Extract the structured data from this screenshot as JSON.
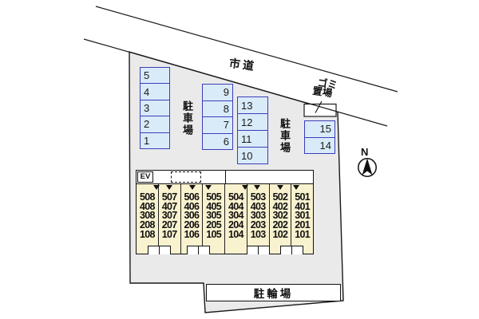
{
  "site": {
    "road_label": "市道",
    "garbage_label_line1": "ゴミ",
    "garbage_label_line2": "置場",
    "bicycle_parking_label": "駐輪場",
    "compass_label": "N"
  },
  "parking": {
    "area_label": "駐車場",
    "columns": [
      {
        "id": "spaces-1-5",
        "align": "left",
        "spaces": [
          "5",
          "4",
          "3",
          "2",
          "1"
        ]
      },
      {
        "id": "spaces-6-9",
        "align": "right",
        "spaces": [
          "9",
          "8",
          "7",
          "6"
        ]
      },
      {
        "id": "spaces-10-13",
        "align": "left",
        "spaces": [
          "13",
          "12",
          "11",
          "10"
        ]
      },
      {
        "id": "spaces-14-15",
        "align": "right",
        "spaces": [
          "15",
          "14"
        ]
      }
    ]
  },
  "building": {
    "elevator_label": "EV",
    "unit_columns": [
      [
        "508",
        "408",
        "308",
        "208",
        "108"
      ],
      [
        "507",
        "407",
        "307",
        "207",
        "107"
      ],
      [
        "506",
        "406",
        "306",
        "206",
        "106"
      ],
      [
        "505",
        "405",
        "305",
        "205",
        "105"
      ],
      [
        "504",
        "404",
        "304",
        "204",
        "104"
      ],
      [
        "503",
        "403",
        "303",
        "203",
        "103"
      ],
      [
        "502",
        "402",
        "302",
        "202",
        "102"
      ],
      [
        "501",
        "401",
        "301",
        "201",
        "101"
      ]
    ]
  },
  "colors": {
    "site_fill": "#EAEAEB",
    "line": "#1A1A1A",
    "parking_fill": "#D9EBF9",
    "parking_border": "#3D3DB8",
    "building_fill": "#F9F2CF"
  }
}
